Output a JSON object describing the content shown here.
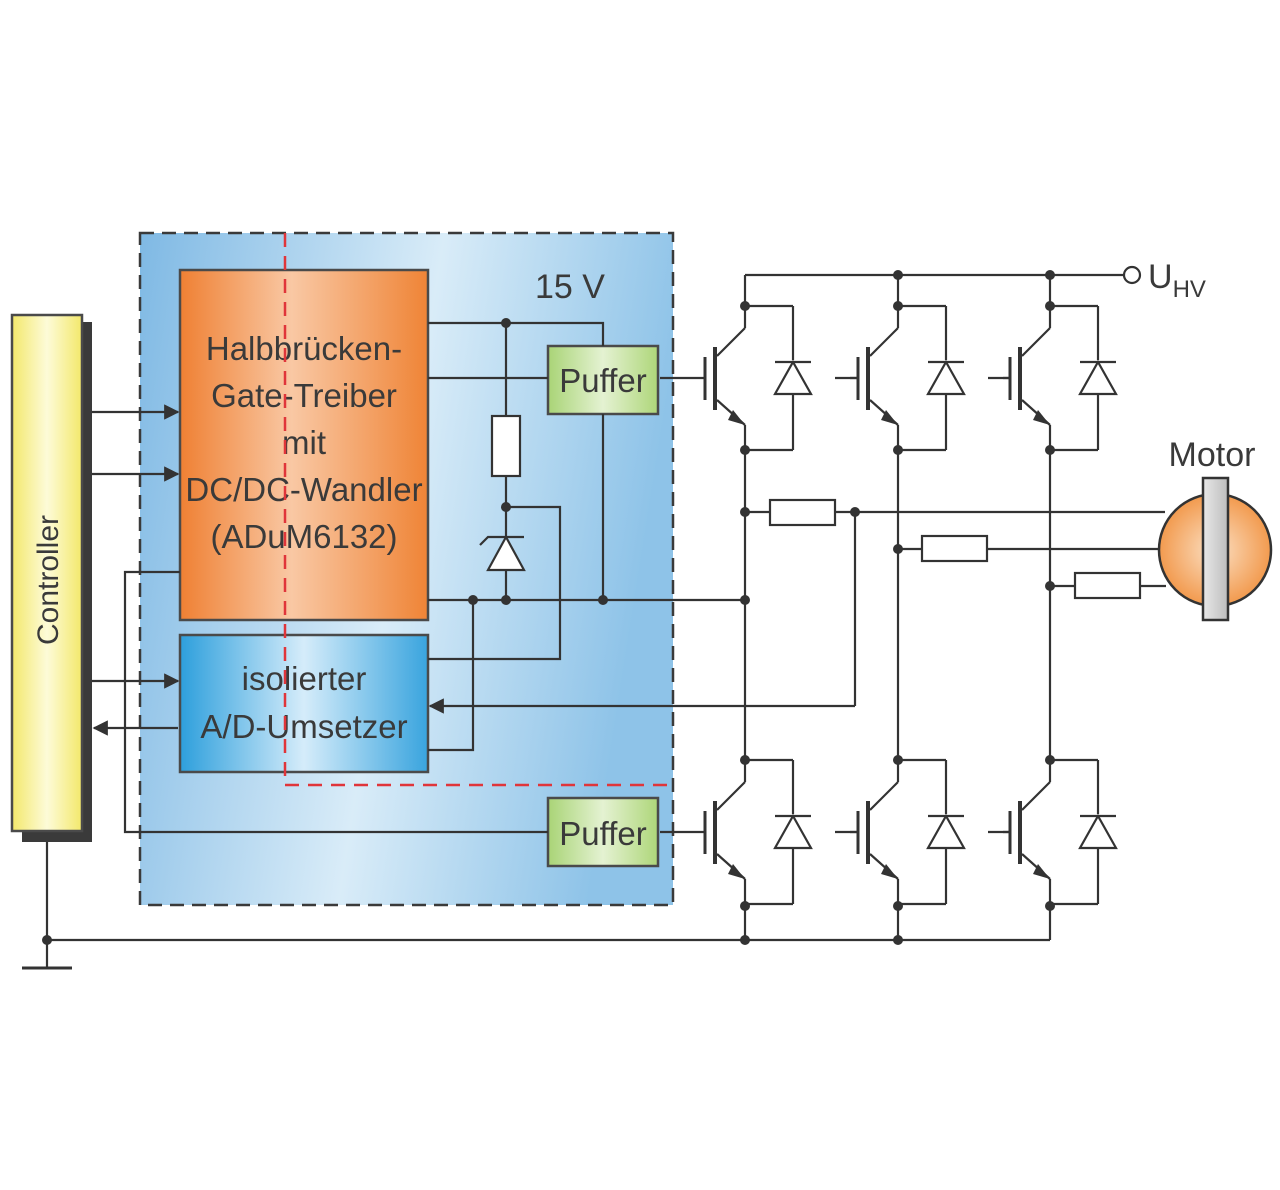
{
  "labels": {
    "controller": "Controller",
    "voltage": "15 V",
    "gate_driver": {
      "line1": "Halbbrücken-",
      "line2": "Gate-Treiber",
      "line3": "mit",
      "line4": "DC/DC-Wandler",
      "line5": "(ADuM6132)"
    },
    "adc": {
      "line1": "isolierter",
      "line2": "A/D-Umsetzer"
    },
    "buffer_top": "Puffer",
    "buffer_bottom": "Puffer",
    "supply": "U",
    "supply_sub": "HV",
    "motor": "Motor"
  },
  "colors": {
    "controller_fill": "#fcf6a0",
    "isolation_fill": "#8ec3e8",
    "gate_driver_fill": "#f08a3c",
    "adc_fill": "#3aa6df",
    "buffer_fill": "#b9dc8a",
    "motor_fill": "#f4a35a",
    "isolation_barrier": "#e0353a",
    "wire": "#333333"
  }
}
